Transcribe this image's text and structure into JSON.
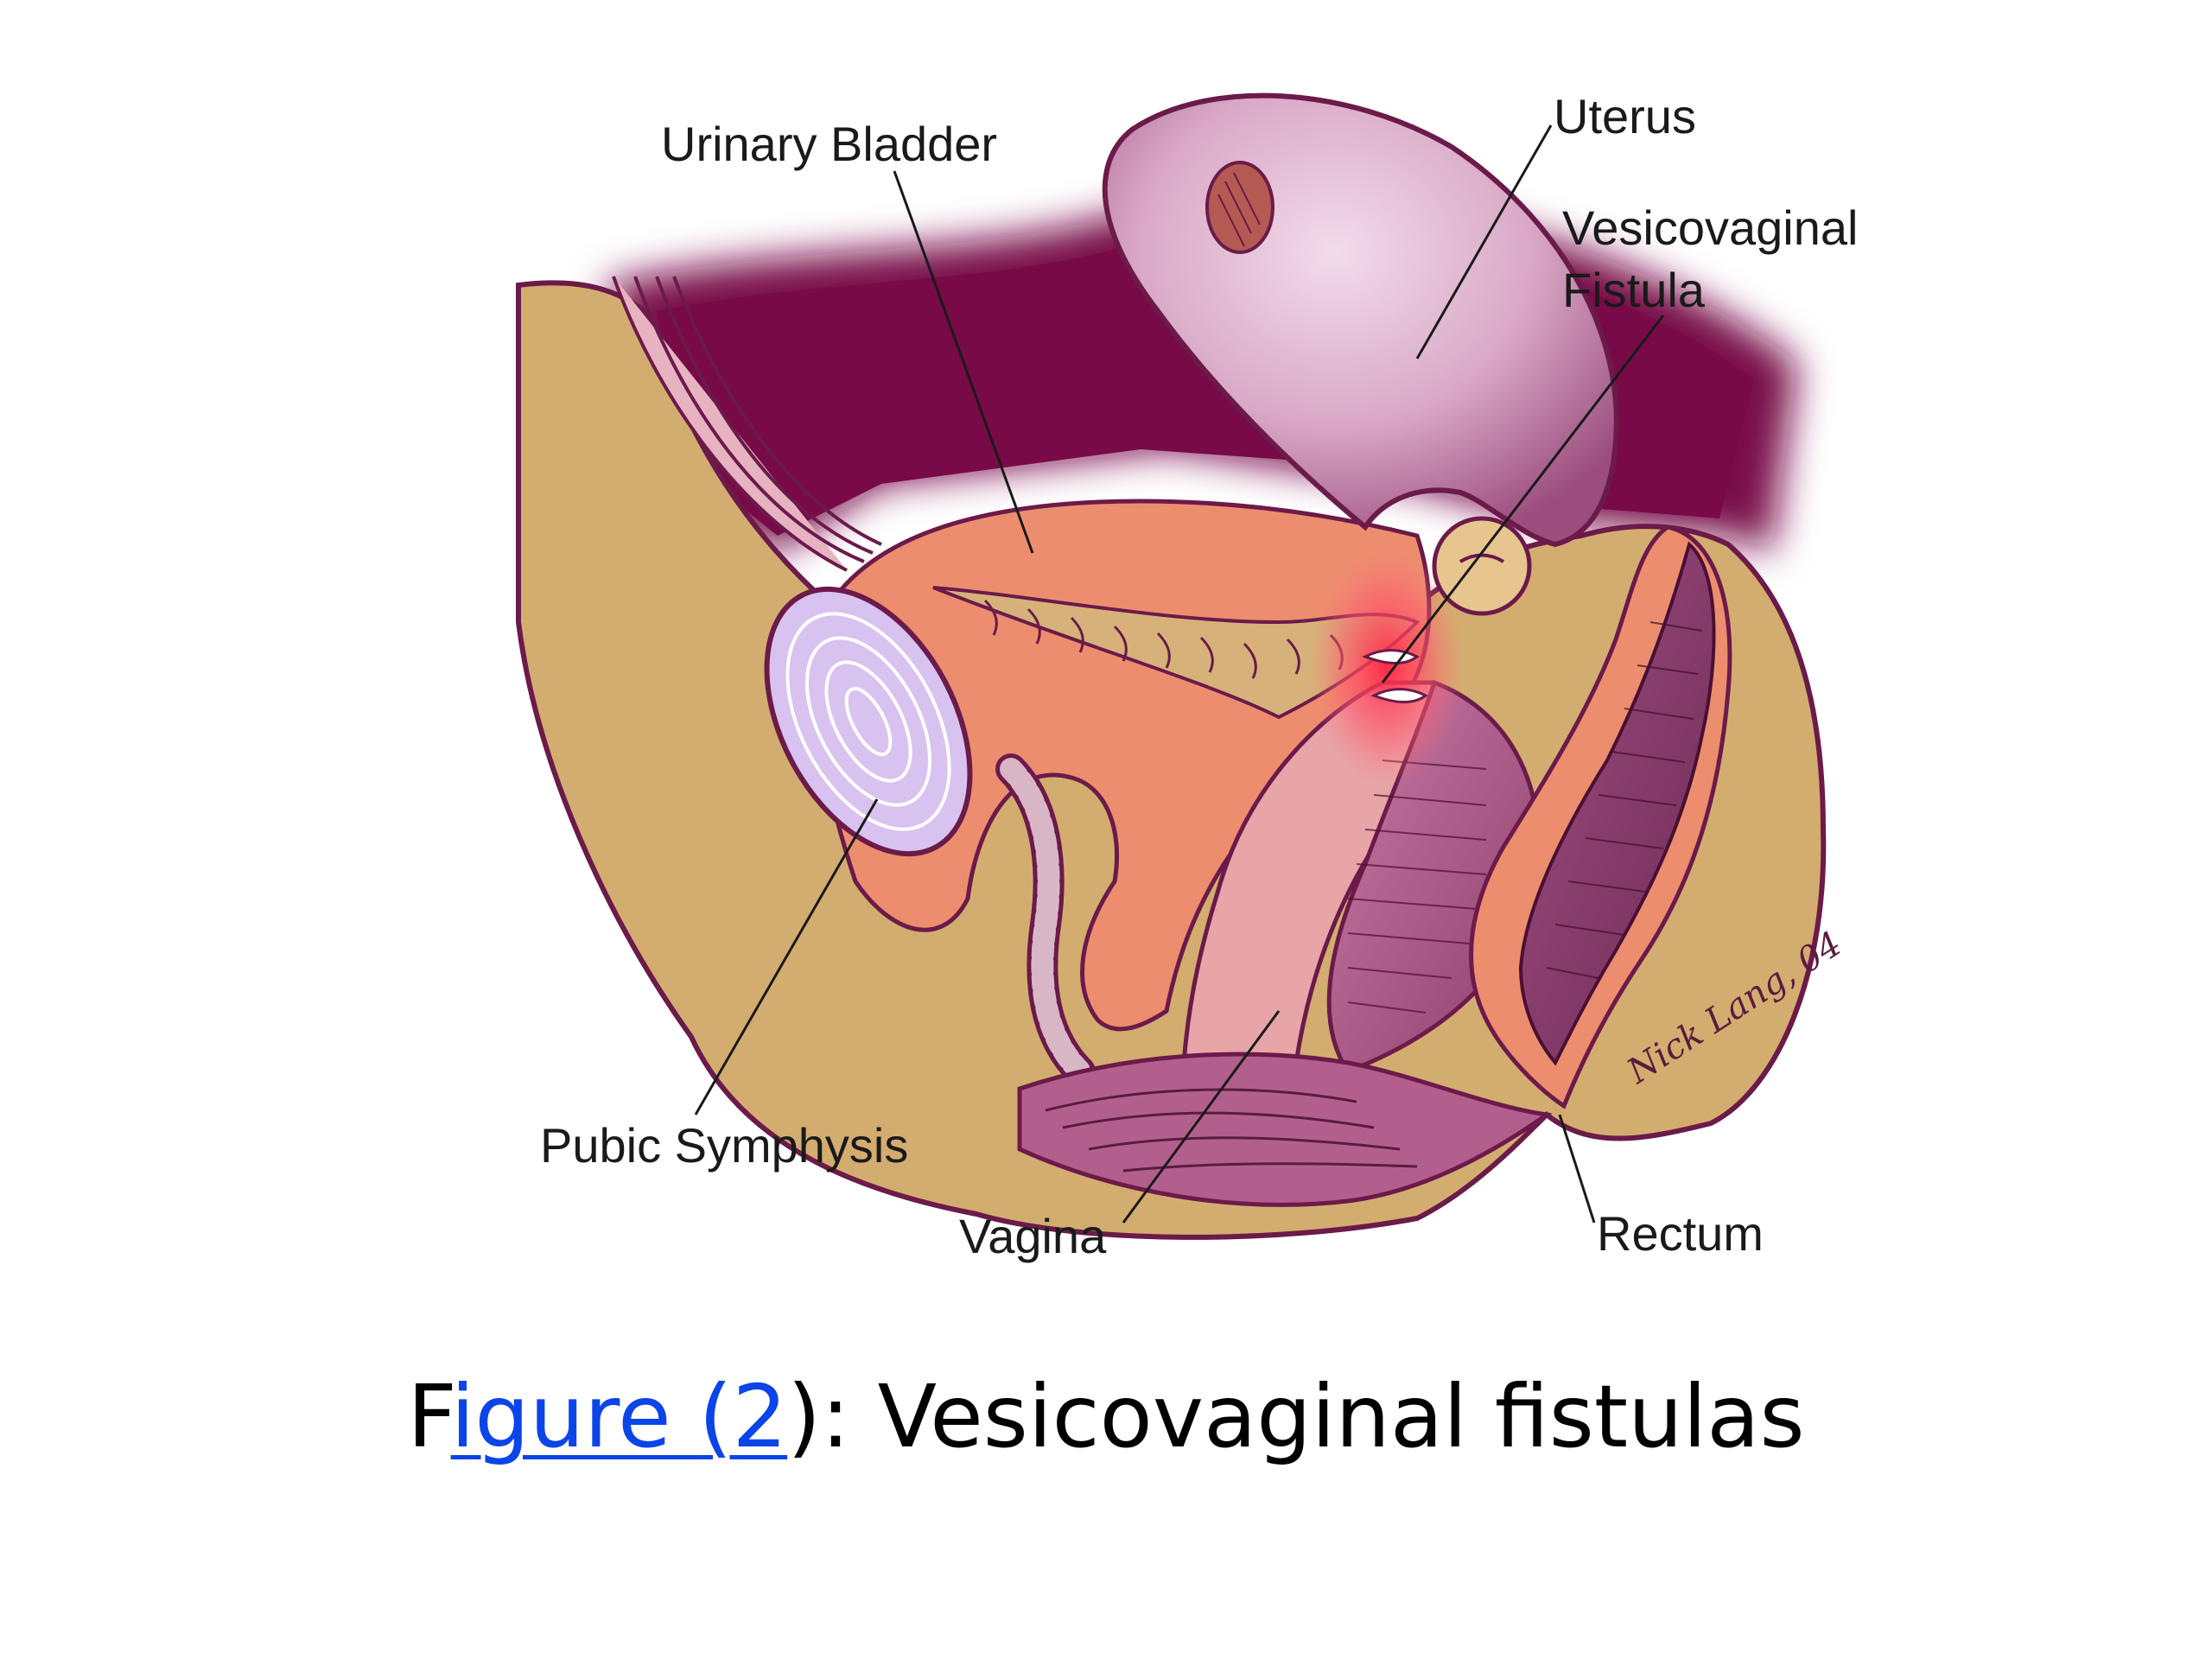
{
  "labels": {
    "urinary_bladder": "Urinary Bladder",
    "uterus": "Uterus",
    "fistula_line1": "Vesicovaginal",
    "fistula_line2": "Fistula",
    "pubic_symphysis": "Pubic Symphysis",
    "vagina": "Vagina",
    "rectum": "Rectum"
  },
  "signature": "Nick Lang, 04",
  "caption": {
    "prefix": "F",
    "link_text": "igure (2",
    "suffix": "): Vesicovaginal fistulas"
  },
  "colors": {
    "pelvic_cavity": "#780a48",
    "tissue": "#d3ad6f",
    "outline": "#6b1a4a",
    "bladder": "#ec8e6e",
    "uterus": "#d9a8c6",
    "muscle": "#b35f8d",
    "bone": "#d8c2ef",
    "fistula_glow": "#ff3a5a",
    "link": "#0b44e8"
  }
}
